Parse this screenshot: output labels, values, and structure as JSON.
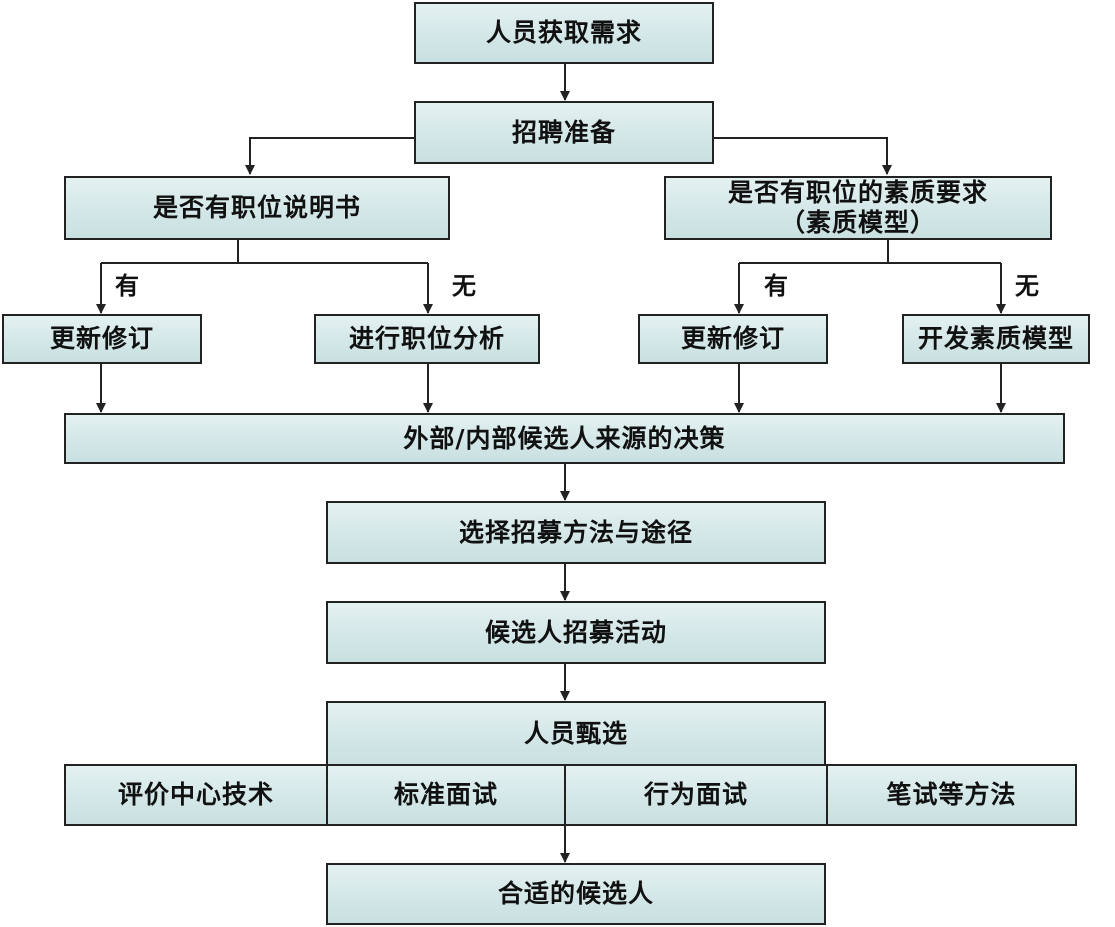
{
  "steps": {
    "demand": "人员获取需求",
    "prepare": "招聘准备",
    "job_description_q": "是否有职位说明书",
    "competency_q_line1": "是否有职位的素质要求",
    "competency_q_line2": "（素质模型）",
    "update_left": "更新修订",
    "job_analysis": "进行职位分析",
    "update_right": "更新修订",
    "develop_model": "开发素质模型",
    "source_decision": "外部/内部候选人来源的决策",
    "choose_method": "选择招募方法与途径",
    "recruit_activity": "候选人招募活动",
    "screening": "人员甄选",
    "assessment_center": "评价中心技术",
    "standard_interview": "标准面试",
    "behavior_interview": "行为面试",
    "written_test": "笔试等方法",
    "result": "合适的候选人"
  },
  "branch_labels": {
    "yes_left": "有",
    "no_left": "无",
    "yes_right": "有",
    "no_right": "无"
  },
  "colors": {
    "box_fill": "#d2e6e7",
    "box_border": "#222222",
    "line": "#222222"
  }
}
